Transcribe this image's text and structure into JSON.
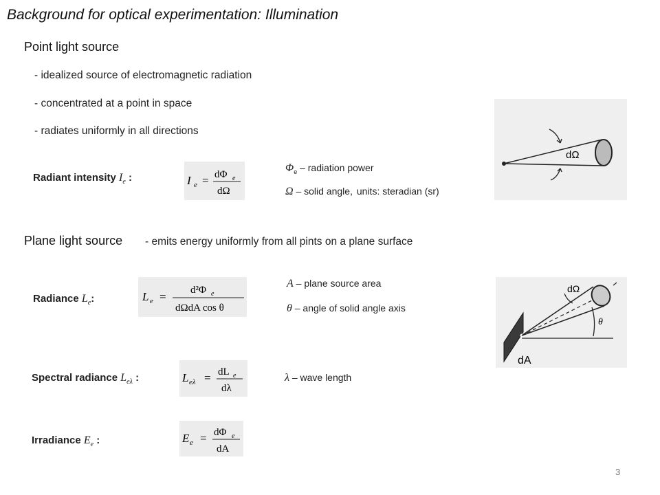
{
  "title": "Background for optical experimentation: Illumination",
  "point_source": {
    "heading": "Point light source",
    "bullets": [
      "- idealized source of electromagnetic radiation",
      "- concentrated at a point in space",
      "- radiates uniformly in all directions"
    ],
    "intensity_label": "Radiant intensity",
    "intensity_symbol": "I",
    "intensity_sub": "e",
    "intensity_colon": ":",
    "formula_lhs": "I",
    "formula_lhs_sub": "e",
    "formula_num": "dΦ",
    "formula_num_sub": "e",
    "formula_den": "dΩ",
    "note1_symbol": "Φ",
    "note1_sub": "e",
    "note1_text": "– radiation power",
    "note2_symbol": "Ω",
    "note2_text": "– solid  angle,",
    "note2_units": "units: steradian (sr)",
    "fig_label": "dΩ"
  },
  "plane_source": {
    "heading": "Plane light source",
    "heading_desc": "- emits energy uniformly from all pints on a plane surface",
    "radiance_label": "Radiance",
    "radiance_symbol": "L",
    "radiance_sub": "e",
    "radiance_colon": ":",
    "formula_lhs": "L",
    "formula_lhs_sub": "e",
    "formula_num": "d²Φ",
    "formula_num_sub": "e",
    "formula_den": "dΩdA cos θ",
    "note1_symbol": "A",
    "note1_text": "– plane source area",
    "note2_symbol": "θ",
    "note2_text": "– angle of solid angle axis",
    "fig_label_omega": "dΩ",
    "fig_label_theta": "θ",
    "fig_label_area": "dA"
  },
  "spectral": {
    "label": "Spectral radiance",
    "symbol": "L",
    "sub": "eλ",
    "colon": ":",
    "formula_lhs": "L",
    "formula_lhs_sub": "eλ",
    "formula_num": "dL",
    "formula_num_sub": "e",
    "formula_den": "dλ",
    "note_symbol": "λ",
    "note_text": "– wave length"
  },
  "irradiance": {
    "label": "Irradiance",
    "symbol": "E",
    "sub": "e",
    "colon": ":",
    "formula_lhs": "E",
    "formula_lhs_sub": "e",
    "formula_num": "dΦ",
    "formula_num_sub": "e",
    "formula_den": "dA"
  },
  "page_number": "3"
}
